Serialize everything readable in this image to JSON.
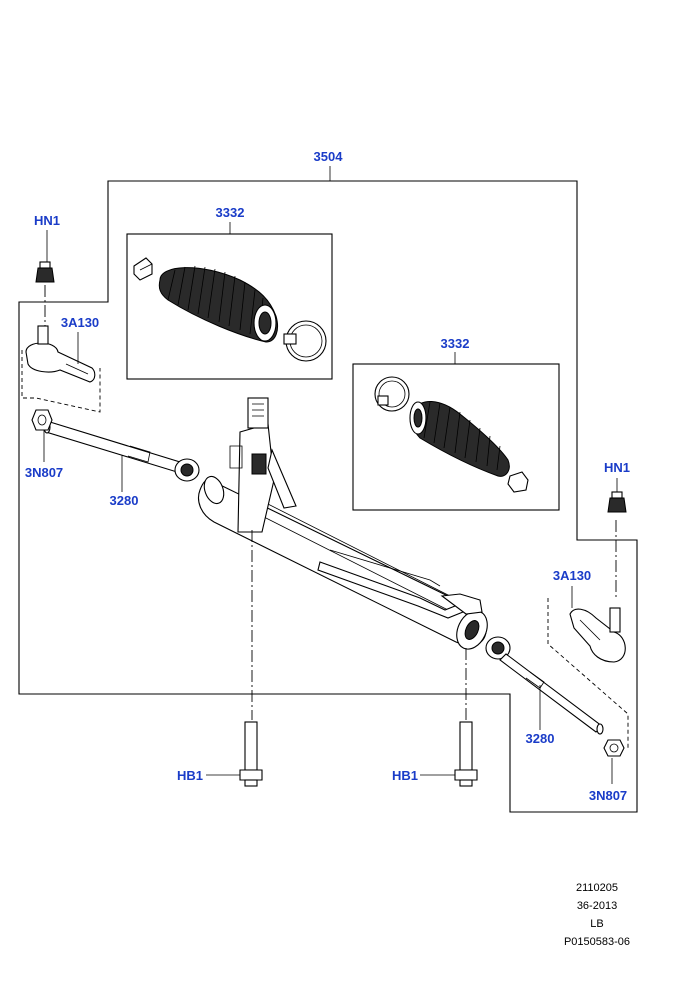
{
  "callouts": {
    "assembly": "3504",
    "boot_kit_left": "3332",
    "boot_kit_right": "3332",
    "nut_left": "HN1",
    "nut_right": "HN1",
    "tie_rod_end_left": "3A130",
    "tie_rod_end_right": "3A130",
    "lock_nut_left": "3N807",
    "lock_nut_right": "3N807",
    "inner_tie_rod_left": "3280",
    "inner_tie_rod_right": "3280",
    "bolt_left": "HB1",
    "bolt_right": "HB1"
  },
  "info_block": [
    "2110205",
    "36-2013",
    "LB",
    "P0150583-06"
  ],
  "colors": {
    "callout": "#1a3cc8",
    "line": "#000000",
    "background": "#ffffff"
  }
}
